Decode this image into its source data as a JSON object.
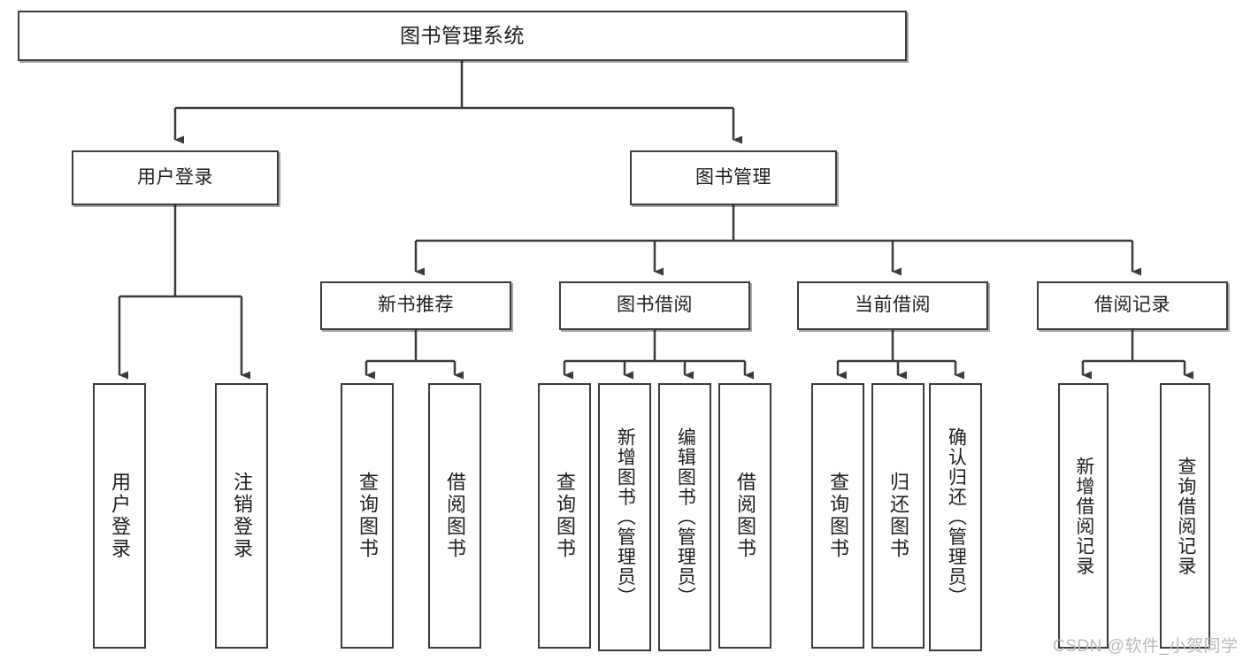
{
  "diagram": {
    "title": "图书管理系统",
    "type": "hierarchy-tree",
    "root": {
      "label": "图书管理系统"
    },
    "level2": [
      {
        "label": "用户登录"
      },
      {
        "label": "图书管理"
      }
    ],
    "level3": [
      {
        "label": "新书推荐"
      },
      {
        "label": "图书借阅"
      },
      {
        "label": "当前借阅"
      },
      {
        "label": "借阅记录"
      }
    ],
    "leaves": {
      "user_login": [
        {
          "label": "用户登录"
        },
        {
          "label": "注销登录"
        }
      ],
      "new_book_recommend": [
        {
          "label": "查询图书"
        },
        {
          "label": "借阅图书"
        }
      ],
      "book_borrow": [
        {
          "label": "查询图书"
        },
        {
          "label": "新增图书（管理员）"
        },
        {
          "label": "编辑图书（管理员）"
        },
        {
          "label": "借阅图书"
        }
      ],
      "current_borrow": [
        {
          "label": "查询图书"
        },
        {
          "label": "归还图书"
        },
        {
          "label": "确认归还（管理员）"
        }
      ],
      "borrow_record": [
        {
          "label": "新增借阅记录"
        },
        {
          "label": "查询借阅记录"
        }
      ]
    }
  },
  "watermark": {
    "text": "CSDN @软件_小贺同学"
  },
  "colors": {
    "stroke": "#3b3b3b",
    "text": "#1d1d1d",
    "background": "#ffffff",
    "watermark": "#b9b9b9"
  }
}
